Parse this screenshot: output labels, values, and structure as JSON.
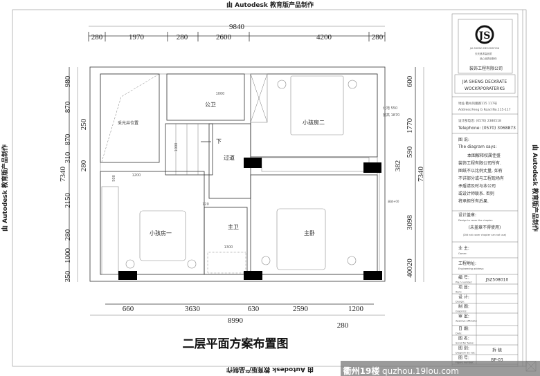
{
  "watermark_text": "由 Autodesk 教育版产品制作",
  "drawing_title": "二层平面方案布置图",
  "dims": {
    "top_total": "9840",
    "top": [
      "280",
      "1970",
      "280",
      "2600",
      "4200",
      "280"
    ],
    "left_total": "7340",
    "left": [
      "980",
      "870",
      "250",
      "870",
      "310",
      "280",
      "2150",
      "280",
      "1000",
      "350"
    ],
    "right_total": "7340",
    "right": [
      "600",
      "1770",
      "590",
      "382",
      "3098",
      "40020"
    ],
    "bottom": [
      "660",
      "3630",
      "630",
      "2590",
      "1200"
    ],
    "bottom_total": "8990",
    "bottom_extra": "280"
  },
  "rooms": {
    "lightwell": "采光井位置",
    "public_bath": "公卫",
    "public_bath_dim": "1000",
    "stair_down": "下",
    "stair_dim": "1000",
    "corridor": "过道",
    "kids_room_2": "小孩房二",
    "window_note_1": "北地 550",
    "window_note_2": "窗高 1870",
    "desk_dim": "1200",
    "desk_depth": "500",
    "kids_room_1": "小孩房一",
    "wall_dim": "120",
    "master_bath": "主卫",
    "master_bath_dim": "1300",
    "master_bedroom": "主卧",
    "floor_note": "高地+00"
  },
  "title_block": {
    "logo_caption": "JIA SHENG DECORATION",
    "logo_slogan_1": "天天追求高品质",
    "logo_slogan_2": "品心品质创新你",
    "company_cn": "装饰工程有限公司",
    "company_en_1": "JIA SHENG DECKRATE",
    "company_en_2": "WOCKRPORATERKS",
    "address_cn": "地址:衢州凤凰路115 117号",
    "address_en": "Address:Feng G  Road No.115-117",
    "phone_cn": "设计部电话: (0570) 2380518",
    "phone_en": "Telephone: (0570) 3068873",
    "notes_title": "图 说:",
    "notes_title_en": "The diagram says:",
    "notes": [
      "本图解释权属佳盛",
      "装饰工程有限公司所有.",
      "图纸不以比例丈量, 如有",
      "不详部分或与工程现场有",
      "矛盾请及时与本公司",
      "或设计师联系. 否则",
      "将承担所有后果."
    ],
    "stamp_title": "设计盖章:",
    "stamp_title_en": "Design to cover the chapter:",
    "stamp_note": "(未盖章不得使用)",
    "stamp_note_en": "(Did not cover chapter can not use)",
    "owner": "业 主:",
    "owner_en": "Owner:",
    "site": "工程地址:",
    "site_en": "Engineering address:",
    "rows": [
      {
        "label": "编 号:",
        "label_en": "Pla.h number:",
        "value": "JSZ508010"
      },
      {
        "label": "项 目:",
        "label_en": "Item:",
        "value": ""
      },
      {
        "label": "设 计:",
        "label_en": "Design:",
        "value": ""
      },
      {
        "label": "制 图:",
        "label_en": "Graphics:",
        "value": ""
      },
      {
        "label": "审 定:",
        "label_en": "Approve officially:",
        "value": ""
      },
      {
        "label": "日 期:",
        "label_en": "Date:",
        "value": ""
      },
      {
        "label": "图 名:",
        "label_en": "Scroll for fame:",
        "value": ""
      },
      {
        "label": "图 别:",
        "label_en": "Diagram do not:",
        "value": "拆 装"
      },
      {
        "label": "图 号:",
        "label_en": "Figure number:",
        "value": "BP-03"
      }
    ]
  },
  "site_watermark": {
    "brand": "衢州19楼",
    "url": "quzhou.19lou.com"
  }
}
